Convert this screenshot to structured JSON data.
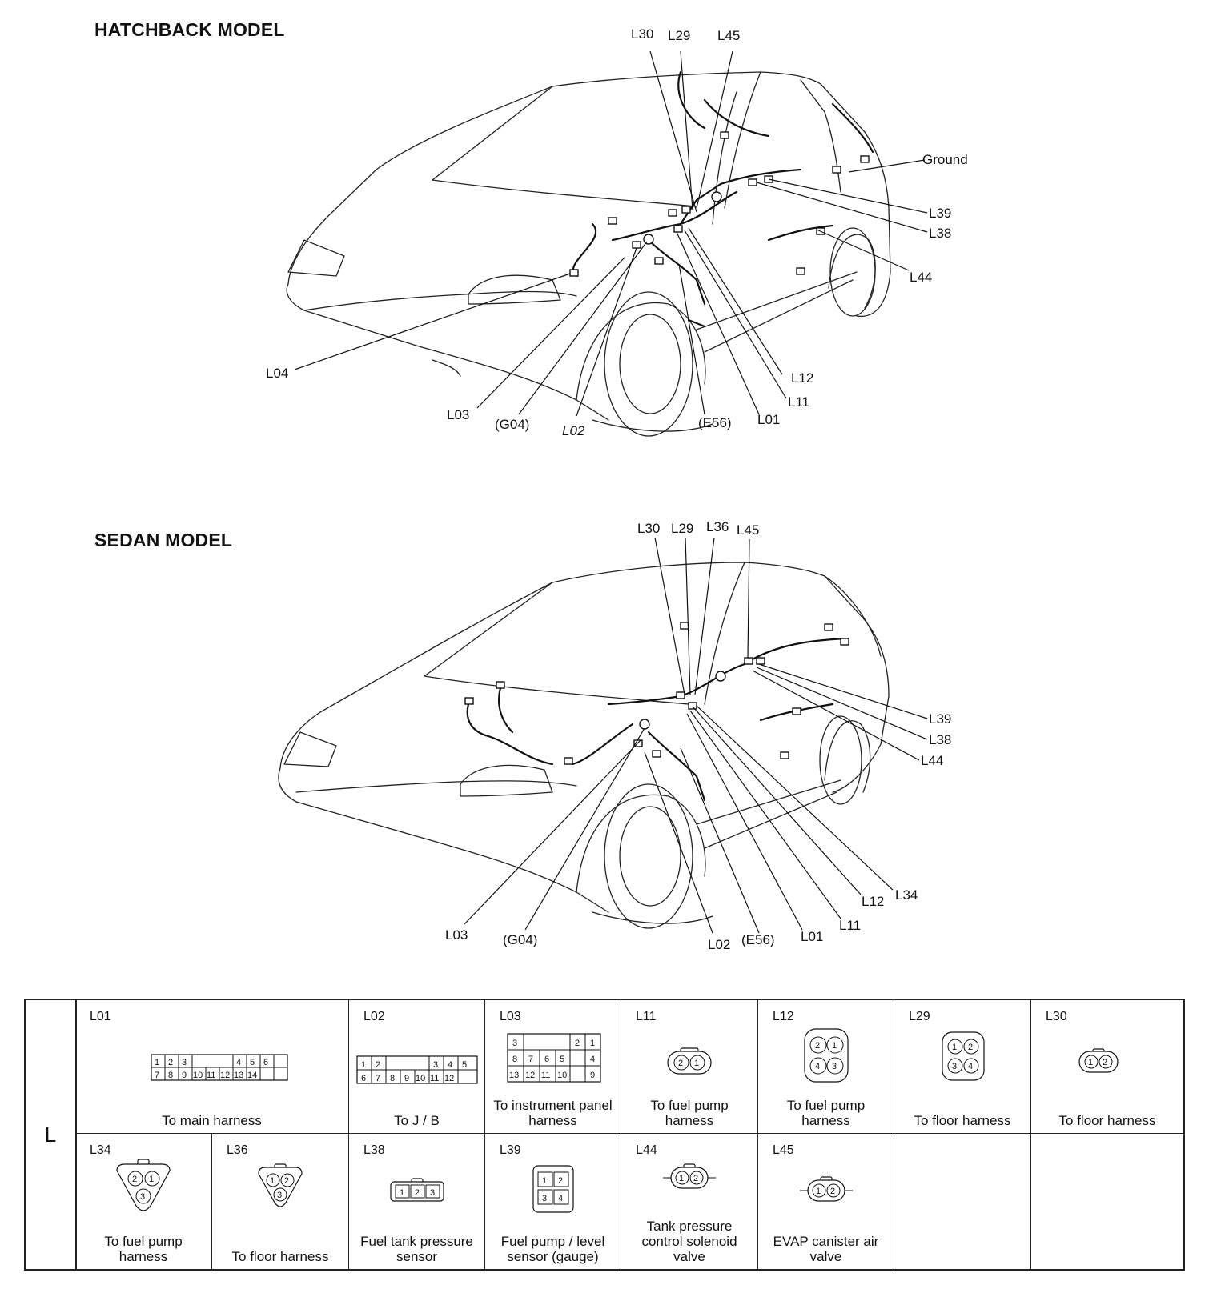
{
  "titles": {
    "hatchback": "HATCHBACK MODEL",
    "sedan": "SEDAN MODEL"
  },
  "hatchback_labels": {
    "L30": "L30",
    "L29": "L29",
    "L45": "L45",
    "ground": "Ground",
    "L39": "L39",
    "L38": "L38",
    "L44": "L44",
    "L04": "L04",
    "L12": "L12",
    "L11": "L11",
    "L01": "L01",
    "E56": "(E56)",
    "L02": "L02",
    "G04": "(G04)",
    "L03": "L03"
  },
  "sedan_labels": {
    "L30": "L30",
    "L29": "L29",
    "L36": "L36",
    "L45": "L45",
    "L39": "L39",
    "L38": "L38",
    "L44": "L44",
    "L34": "L34",
    "L12": "L12",
    "L11": "L11",
    "L01": "L01",
    "E56": "(E56)",
    "L02": "L02",
    "G04": "(G04)",
    "L03": "L03"
  },
  "table": {
    "row_letter": "L",
    "connectors": [
      {
        "code": "L01",
        "desc": "To main harness"
      },
      {
        "code": "L02",
        "desc": "To J / B"
      },
      {
        "code": "L03",
        "desc": "To instrument panel harness"
      },
      {
        "code": "L11",
        "desc": "To fuel pump harness"
      },
      {
        "code": "L12",
        "desc": "To fuel pump harness"
      },
      {
        "code": "L29",
        "desc": "To floor harness"
      },
      {
        "code": "L30",
        "desc": "To floor harness"
      },
      {
        "code": "L34",
        "desc": "To fuel pump harness"
      },
      {
        "code": "L36",
        "desc": "To floor harness"
      },
      {
        "code": "L38",
        "desc": "Fuel tank pressure sensor"
      },
      {
        "code": "L39",
        "desc": "Fuel pump / level sensor (gauge)"
      },
      {
        "code": "L44",
        "desc": "Tank pressure control solenoid valve"
      },
      {
        "code": "L45",
        "desc": "EVAP canister air valve"
      }
    ]
  }
}
